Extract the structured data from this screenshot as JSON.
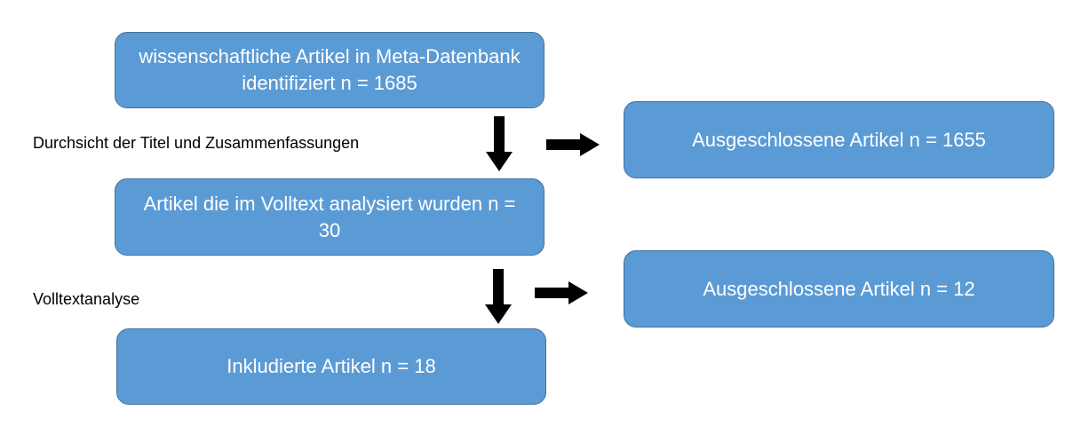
{
  "boxes": {
    "identified": "wissenschaftliche Artikel in Meta-Datenbank identifiziert n = 1685",
    "fulltext": "Artikel die im Volltext analysiert wurden n = 30",
    "included": "Inkludierte Artikel n = 18",
    "excluded_1": "Ausgeschlossene Artikel n = 1655",
    "excluded_2": "Ausgeschlossene Artikel n = 12"
  },
  "labels": {
    "screening": "Durchsicht der Titel und Zusammenfassungen",
    "fulltext_analysis": "Volltextanalyse"
  },
  "colors": {
    "box_fill": "#5b9bd5",
    "box_border": "#41719c",
    "box_text": "#ffffff",
    "arrow": "#000000"
  }
}
